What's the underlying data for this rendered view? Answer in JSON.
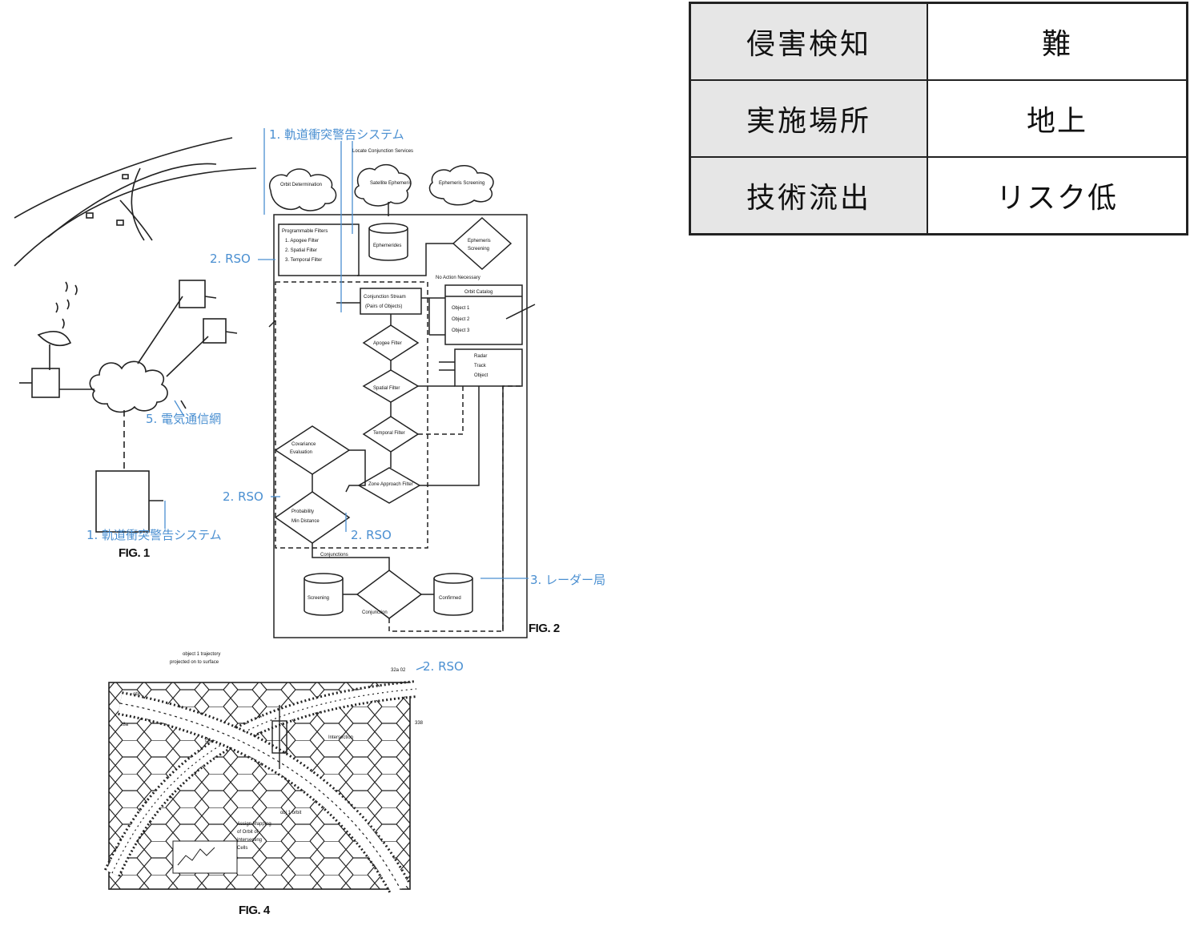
{
  "table": {
    "rows": [
      {
        "key": "侵害検知",
        "value": "難"
      },
      {
        "key": "実施場所",
        "value": "地上"
      },
      {
        "key": "技術流出",
        "value": "リスク低"
      }
    ]
  },
  "annotations": {
    "orbital_warning_top": "1. 軌道衝突警告システム",
    "orbital_warning_bottom": "1. 軌道衝突警告システム",
    "rso_1": "2. RSO",
    "rso_2": "2. RSO",
    "rso_3": "2. RSO",
    "rso_4": "2. RSO",
    "radar": "3. レーダー局",
    "telecom": "5. 電気通信網"
  },
  "captions": {
    "fig1": "FIG. 1",
    "fig2": "FIG. 2",
    "fig4": "FIG. 4"
  },
  "accent_color": "#4a8fd1"
}
